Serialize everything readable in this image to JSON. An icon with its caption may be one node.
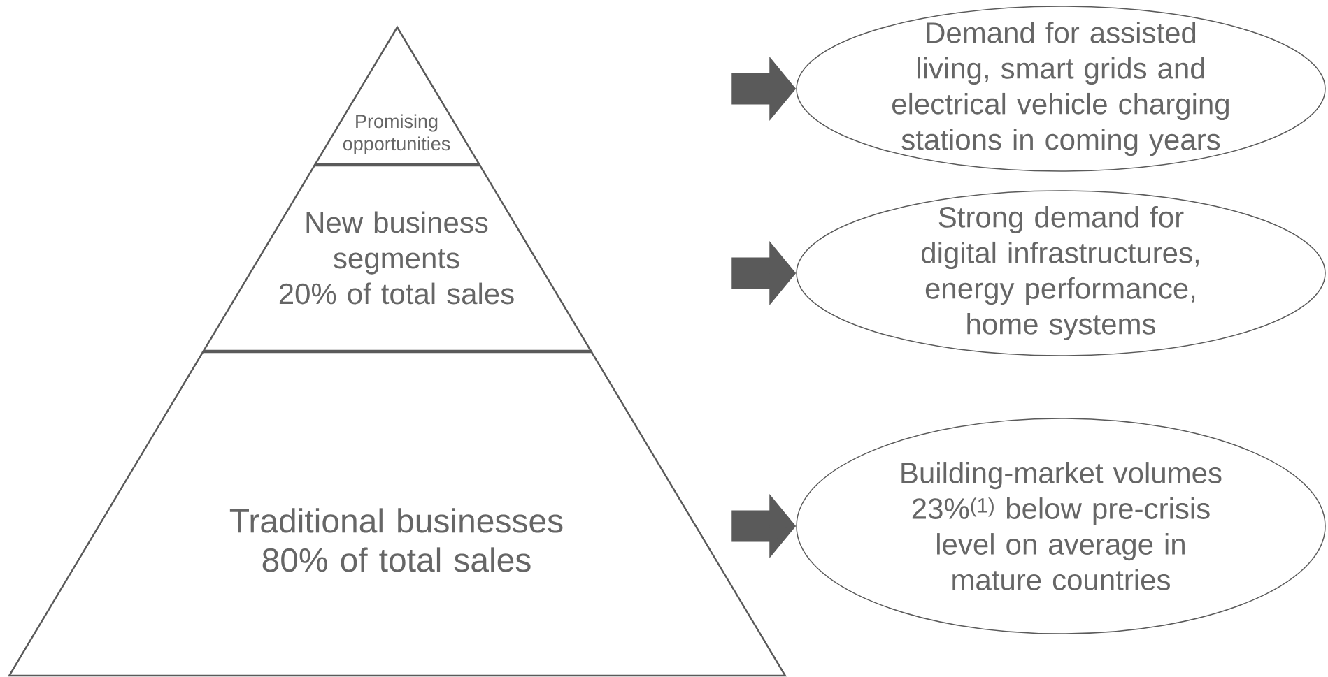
{
  "diagram": {
    "nodes": [
      {
        "text": [
          "Promising opportunities"
        ]
      },
      {
        "text": [
          "New business segments",
          "20% of total sales"
        ]
      },
      {
        "text": [
          "Traditional businesses",
          "80% of total sales"
        ]
      },
      {
        "text": [
          "Demand for assisted living, smart grids and electrical vehicle charging stations in coming years"
        ]
      },
      {
        "text": [
          "Strong demand for digital infrastructures, energy performance, home systems"
        ]
      },
      {
        "text": [
          "Building-market volumes 23%$^{(1)}$ below pre-crisis level on average in mature countries"
        ]
      }
    ],
    "edges": [
      {
        "from": null,
        "to": 3,
        "arrow": "to"
      },
      {
        "from": null,
        "to": 4,
        "arrow": "to"
      },
      {
        "from": null,
        "to": 5,
        "arrow": "to"
      }
    ]
  }
}
